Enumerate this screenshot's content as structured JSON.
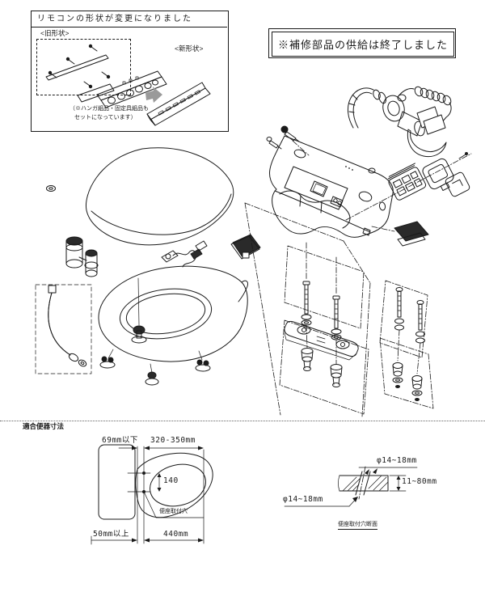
{
  "colors": {
    "ink": "#1a1a1a",
    "arrow_gray": "#9a9a9a"
  },
  "remote_notice": {
    "title": "リモコンの形状が変更になりました",
    "old_shape_label": "<旧形状>",
    "new_shape_label": "<新形状>",
    "note_line1": "（※ハンガ組品・固定具組品も",
    "note_line2": "セットになっています）"
  },
  "supply_notice": {
    "text": "※補修部品の供給は終了しました"
  },
  "compat_section": {
    "title": "適合便器寸法",
    "left_diagram": {
      "dim_top_clearance": "69mm以下",
      "dim_seat_length": "320-350mm",
      "dim_hole_pitch": "140",
      "hole_label": "便座取付穴",
      "dim_left_clearance": "50mm以上",
      "dim_total_length": "440mm"
    },
    "right_diagram": {
      "dim_hole_dia_top": "φ14~18mm",
      "dim_thickness": "11~80mm",
      "dim_hole_dia_bottom": "φ14~18mm",
      "caption": "便座取付穴断面"
    }
  }
}
